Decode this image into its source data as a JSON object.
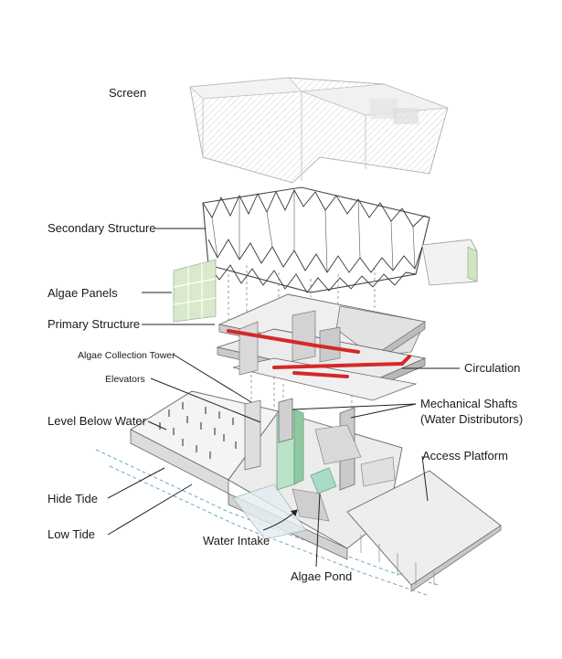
{
  "diagram": {
    "labels": {
      "screen": "Screen",
      "secondary_structure": "Secondary Structure",
      "algae_panels": "Algae Panels",
      "primary_structure": "Primary Structure",
      "algae_collection_tower": "Algae Collection Tower",
      "elevators": "Elevators",
      "level_below_water": "Level Below Water",
      "hide_tide": "Hide Tide",
      "low_tide": "Low Tide",
      "water_intake": "Water Intake",
      "algae_pond": "Algae Pond",
      "circulation": "Circulation",
      "mechanical_shafts_line1": "Mechanical Shafts",
      "mechanical_shafts_line2": "(Water Distributors)",
      "access_platform": "Access Platform"
    },
    "colors": {
      "circulation_red": "#d62828",
      "algae_green": "#b9e2c7",
      "panel_green": "#d7e8c8",
      "water_dashed": "#6fa7c9",
      "structure_line": "#555555",
      "surface_gray": "#e9e9e9"
    }
  }
}
